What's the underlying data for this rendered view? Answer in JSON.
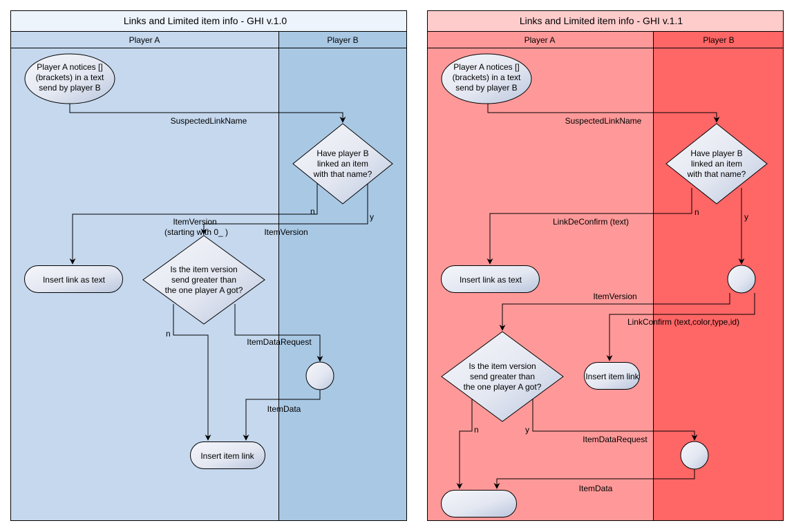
{
  "diagram_left": {
    "title": "Links and Limited item info - GHI v.1.0",
    "lane_a": "Player A",
    "lane_b": "Player B",
    "start": [
      "Player A notices []",
      "(brackets) in a text",
      "send by player B"
    ],
    "decision_linked": [
      "Have player B",
      "linked an item",
      "with that name?"
    ],
    "insert_text": "Insert link as text",
    "decision_version": [
      "Is the item version",
      "send greater than",
      "the one player A got?"
    ],
    "insert_item": "Insert item link",
    "labels": {
      "suspected": "SuspectedLinkName",
      "n1": "n",
      "y1": "y",
      "item_version_a": [
        "ItemVersion",
        "(starting with 0_ )"
      ],
      "item_version_b": "ItemVersion",
      "n2": "n",
      "item_data_request": "ItemDataRequest",
      "item_data": "ItemData"
    }
  },
  "diagram_right": {
    "title": "Links and Limited item info - GHI v.1.1",
    "lane_a": "Player A",
    "lane_b": "Player B",
    "start": [
      "Player A notices []",
      "(brackets) in a text",
      "send by player B"
    ],
    "decision_linked": [
      "Have player B",
      "linked an item",
      "with that name?"
    ],
    "insert_text": "Insert link as text",
    "decision_version": [
      "Is the item version",
      "send greater than",
      "the one player A got?"
    ],
    "insert_item": "Insert item link",
    "final_node": "",
    "labels": {
      "suspected": "SuspectedLinkName",
      "n1": "n",
      "y1": "y",
      "link_deconfirm": "LinkDeConfirm (text)",
      "item_version": "ItemVersion",
      "link_confirm": "LinkConfirm (text,color,type,id)",
      "n2": "n",
      "y2": "y",
      "item_data_request": "ItemDataRequest",
      "item_data": "ItemData"
    }
  },
  "colors": {
    "left_title_bg": "#eef4fc",
    "left_lane_a": "#c5d8ee",
    "left_lane_b": "#a9c8e4",
    "right_title_bg": "#ffcccc",
    "right_lane_a": "#ff9999",
    "right_lane_b": "#ff6666",
    "node_fill_light": "#f4f4fa",
    "node_fill_dark": "#c5d0e4"
  }
}
